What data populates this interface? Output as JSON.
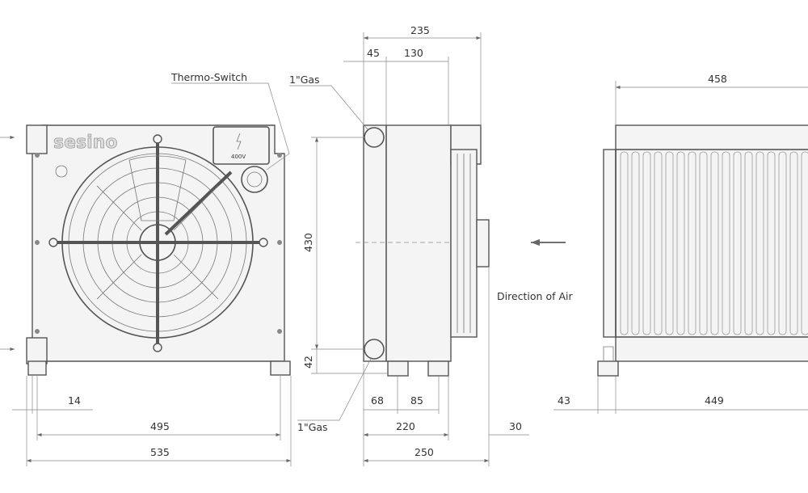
{
  "brand": "sesino",
  "voltage_label": "400V",
  "labels": {
    "thermo_switch": "Thermo-Switch",
    "gas_top": "1\"Gas",
    "gas_bottom": "1\"Gas",
    "direction_of_air": "Direction of Air"
  },
  "dimensions": {
    "front": {
      "bolt_offset": "14",
      "bolt_spacing": "495",
      "overall_width": "535"
    },
    "side": {
      "overall_depth_top": "235",
      "port_offset": "45",
      "body_depth": "130",
      "height": "430",
      "foot_height": "42",
      "foot_offset": "68",
      "foot_spacing": "85",
      "base_depth": "220",
      "fan_protrusion": "30",
      "overall_depth": "250"
    },
    "rear": {
      "width_top": "458",
      "flange": "43",
      "width_bottom": "449"
    }
  }
}
